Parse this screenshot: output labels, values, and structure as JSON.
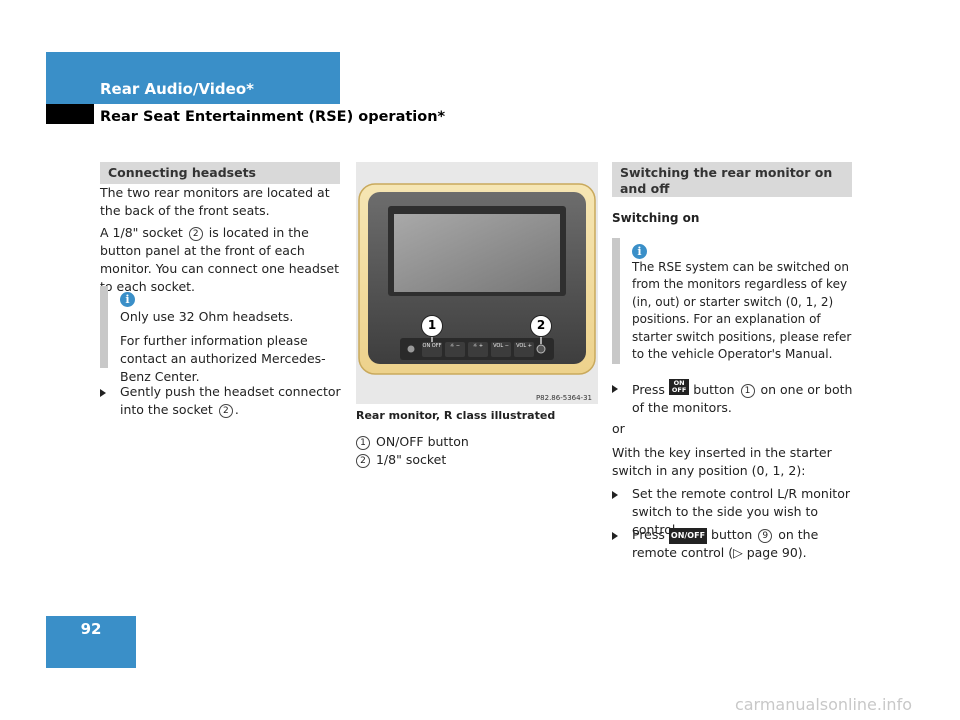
{
  "header": {
    "section_title": "Rear Audio/Video*",
    "chapter_title": "Rear Seat Entertainment (RSE) operation*"
  },
  "page_number": "92",
  "left_column": {
    "heading": "Connecting headsets",
    "para1": "The two rear monitors are located at the back of the front seats.",
    "para2_a": "A 1/8\" socket",
    "para2_num": "2",
    "para2_b": "is located in the button panel at the front of each monitor. You can connect one headset to each socket.",
    "info": {
      "icon": "info-icon",
      "line1": "Only use 32 Ohm headsets.",
      "line2": "For further information please contact an authorized Mercedes-Benz Center."
    },
    "bullet_a": "Gently push the headset connector into the socket",
    "bullet_num": "2",
    "bullet_b": "."
  },
  "figure": {
    "image_code": "P82.86-5364-31",
    "caption": "Rear monitor, R class illustrated",
    "callout1": "1",
    "callout2": "2",
    "buttons": [
      "ON OFF",
      "☼ −",
      "☼ +",
      "VOL −",
      "VOL +"
    ],
    "legend": [
      {
        "num": "1",
        "text": "ON/OFF button"
      },
      {
        "num": "2",
        "text": "1/8\" socket"
      }
    ]
  },
  "right_column": {
    "heading": "Switching the rear monitor on and off",
    "subheading": "Switching on",
    "info": {
      "icon": "info-icon",
      "text": "The RSE system can be switched on from the monitors regardless of key (in, out) or starter switch (0, 1, 2) positions. For an explanation of starter switch positions, please refer to the vehicle Operator's Manual."
    },
    "bullet1_a": "Press",
    "bullet1_btn_top": "ON",
    "bullet1_btn_bottom": "OFF",
    "bullet1_b": "button",
    "bullet1_num": "1",
    "bullet1_c": "on one or both of the monitors.",
    "or": "or",
    "para": "With the key inserted in the starter switch in any position (0, 1, 2):",
    "bullet2": "Set the remote control L/R monitor switch to the side you wish to control.",
    "bullet3_a": "Press",
    "bullet3_btn": "ON/OFF",
    "bullet3_b": "button",
    "bullet3_num": "9",
    "bullet3_c": "on the remote control (▷ page 90)."
  },
  "watermark": "carmanualsonline.info",
  "colors": {
    "accent": "#3a8fc8",
    "info_bar": "#c8c8c8",
    "heading_bar": "#d9d9d9"
  }
}
